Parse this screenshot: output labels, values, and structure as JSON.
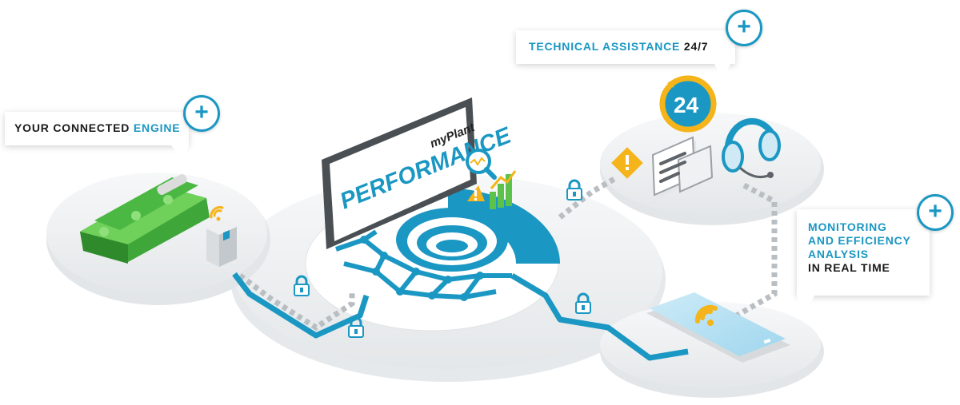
{
  "callouts": {
    "engine": {
      "text": "YOUR CONNECTED ",
      "highlight": "ENGINE"
    },
    "tech": {
      "highlight": "TECHNICAL ASSISTANCE",
      "text": " 24/7"
    },
    "monitor": {
      "line1": "MONITORING",
      "line2": "AND EFFICIENCY",
      "line3": "ANALYSIS",
      "line4": "IN REAL TIME"
    }
  },
  "plus_label": "+",
  "screen": {
    "brand_small": "myPlant",
    "brand_big": "PERFORMANCE"
  },
  "badge_24": "24",
  "colors": {
    "accent": "#1a97c2",
    "engine_green": "#5cc24a",
    "warning": "#f4b41a",
    "platform": "#eef0f1",
    "dashed": "#b9bec2"
  },
  "icons": [
    "plus-icon",
    "lock-icon",
    "warning-icon",
    "wifi-icon",
    "headset-icon",
    "chat-icon",
    "clock-24-icon",
    "magnifier-icon",
    "bar-chart-icon",
    "phone-icon",
    "engine-icon",
    "control-cabinet-icon"
  ]
}
